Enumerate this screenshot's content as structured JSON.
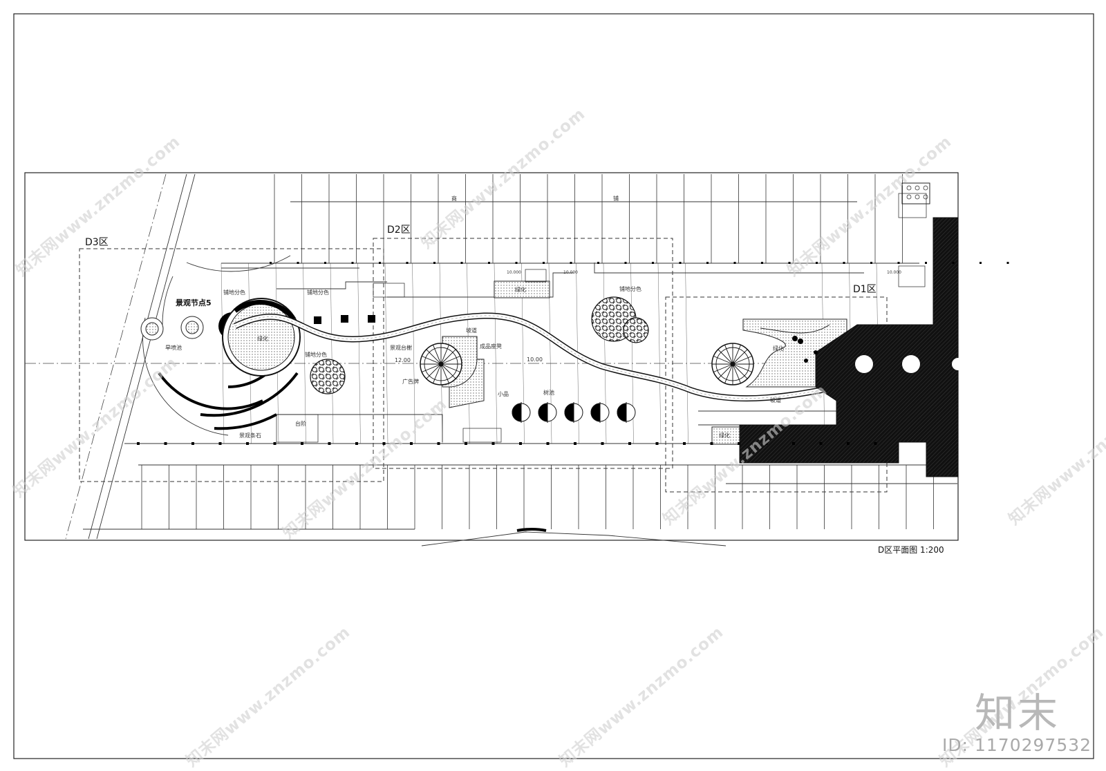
{
  "drawing": {
    "title": "D区平面图 1:200",
    "zones": {
      "d1": "D1区",
      "d2": "D2区",
      "d3": "D3区"
    },
    "node": "景观节点5",
    "labels": {
      "shop_left": "商",
      "shop_right": "铺",
      "paving_1": "铺地分色",
      "paving_2": "铺地分色",
      "paving_3": "铺地分色",
      "paving_4": "铺地分色",
      "green_1": "绿化",
      "green_2": "绿化",
      "green_3": "绿化",
      "green_4": "绿化",
      "slope_1": "坡道",
      "slope_2": "坡道",
      "landscape_tower": "景观台榭",
      "seat": "成品座凳",
      "ad_board": "广告牌",
      "sculpture": "小品",
      "tree_pool": "树池",
      "fountain": "旱喷池",
      "stone": "景观条石",
      "stairs": "台阶",
      "elev_1": "12.00",
      "elev_2": "10.00",
      "elev_3": "10.000",
      "elev_4": "10.000",
      "elev_5": "10.000"
    }
  },
  "watermarks": {
    "text": "知末网www.znzmo.com",
    "logo": "知末",
    "id": "ID: 1170297532"
  }
}
